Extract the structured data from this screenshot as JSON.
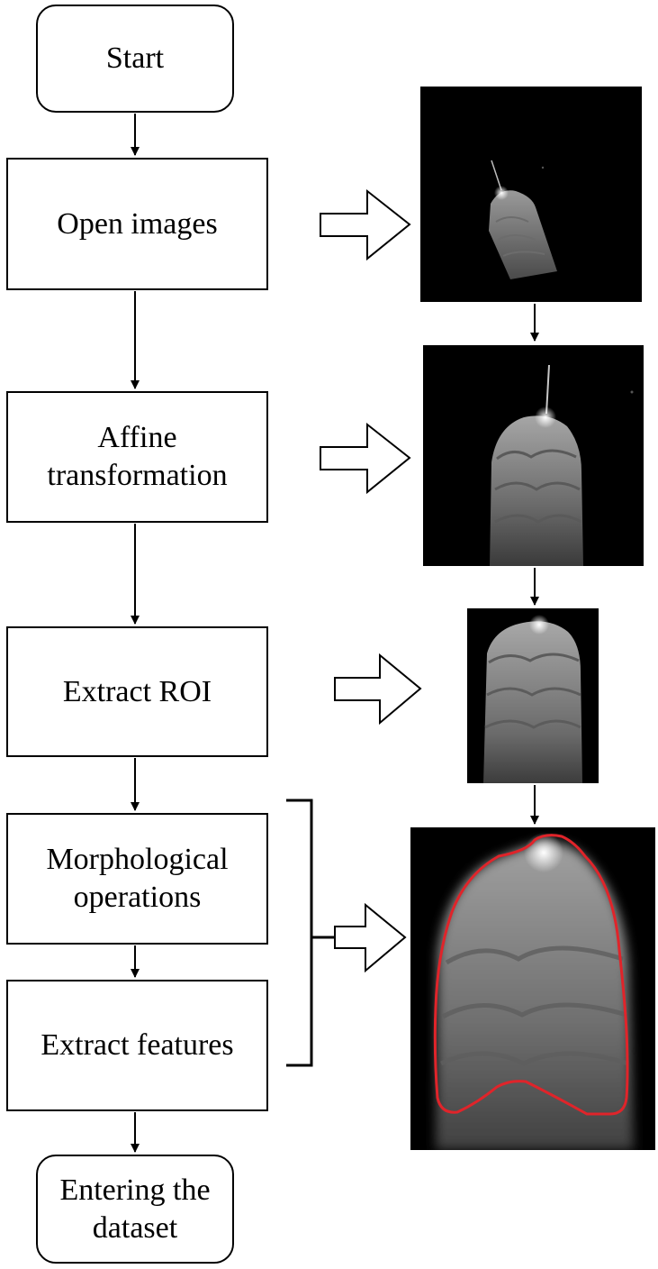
{
  "nodes": {
    "start": "Start",
    "open_images": "Open images",
    "affine": "Affine\ntransformation",
    "roi": "Extract ROI",
    "morph": "Morphological\noperations",
    "features": "Extract features",
    "entering": "Entering the\ndataset"
  },
  "colors": {
    "line": "#000000",
    "contour": "#e0242a",
    "photo_background": "#000000"
  }
}
